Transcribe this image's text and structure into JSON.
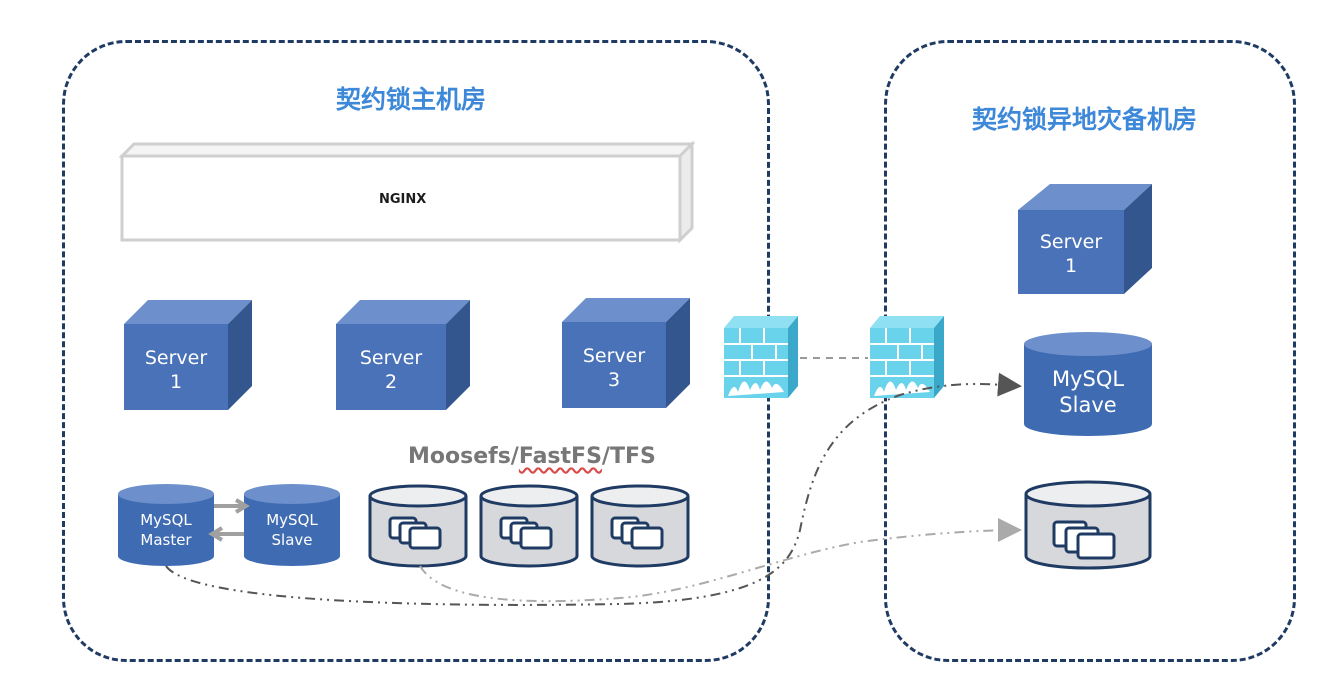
{
  "main_room": {
    "title": "契约锁主机房",
    "load_balancer": {
      "logo_text": "NGINX"
    },
    "servers": [
      {
        "label": "Server",
        "number": "1"
      },
      {
        "label": "Server",
        "number": "2"
      },
      {
        "label": "Server",
        "number": "3"
      }
    ],
    "mysql_master": {
      "line1": "MySQL",
      "line2": "Master"
    },
    "mysql_slave": {
      "line1": "MySQL",
      "line2": "Slave"
    },
    "file_storage": {
      "label_a": "Moosefs/",
      "label_b": "FastFS",
      "label_c": "/TFS"
    }
  },
  "backup_room": {
    "title": "契约锁异地灾备机房",
    "server": {
      "label": "Server",
      "number": "1"
    },
    "mysql_slave": {
      "line1": "MySQL",
      "line2": "Slave"
    }
  },
  "colors": {
    "border": "#1f3b63",
    "title": "#3d88d8",
    "server_front": "#4a72b8",
    "server_top": "#6d90cc",
    "server_side": "#34568f",
    "firewall": "#6ad3ec",
    "storage_fill": "#d6d8dc"
  }
}
